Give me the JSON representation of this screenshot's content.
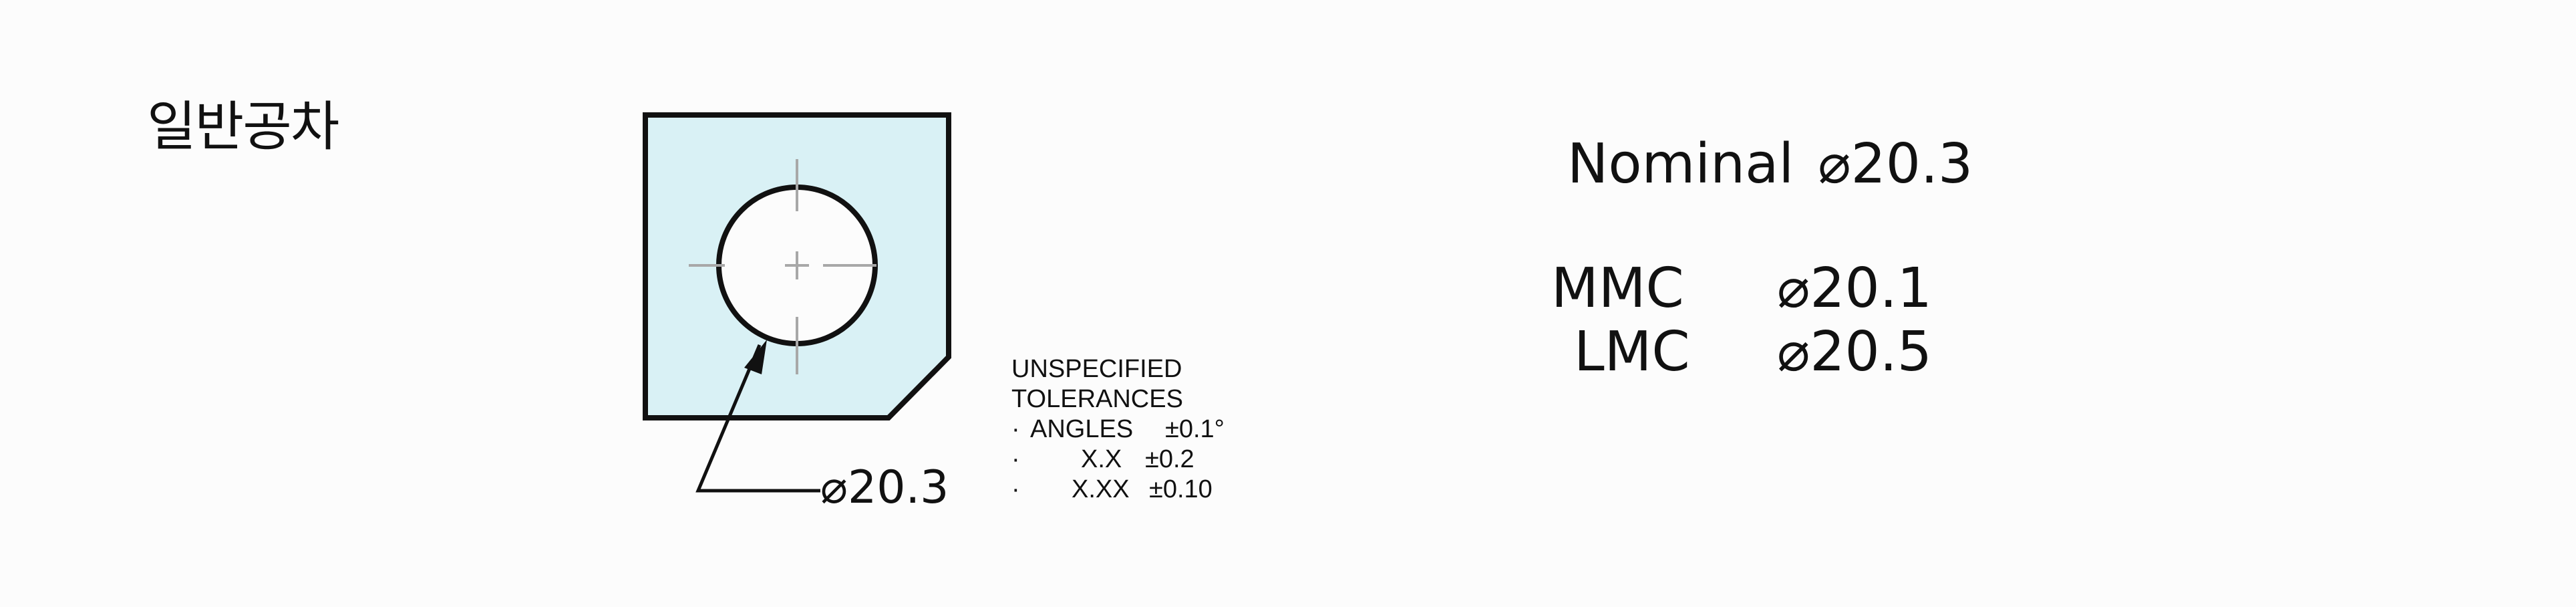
{
  "title": "일반공차",
  "part": {
    "fill_color": "#d9f1f5",
    "outline_color": "#111111",
    "centerline_color": "#a8a8a8"
  },
  "callout": {
    "symbol": "⌀",
    "value": "20.3"
  },
  "tolerances": {
    "line1": "UNSPECIFIED",
    "line2": "TOLERANCES",
    "rows": [
      {
        "bullet": "·",
        "label": "ANGLES",
        "value": "±0.1°"
      },
      {
        "bullet": "·",
        "label": "X.X",
        "value": "±0.2"
      },
      {
        "bullet": "·",
        "label": "X.XX",
        "value": "±0.10"
      }
    ]
  },
  "specs": {
    "nominal": {
      "label": "Nominal",
      "symbol": "⌀",
      "value": "20.3"
    },
    "mmc": {
      "label": "MMC",
      "symbol": "⌀",
      "value": "20.1"
    },
    "lmc": {
      "label": "LMC",
      "symbol": "⌀",
      "value": "20.5"
    }
  }
}
